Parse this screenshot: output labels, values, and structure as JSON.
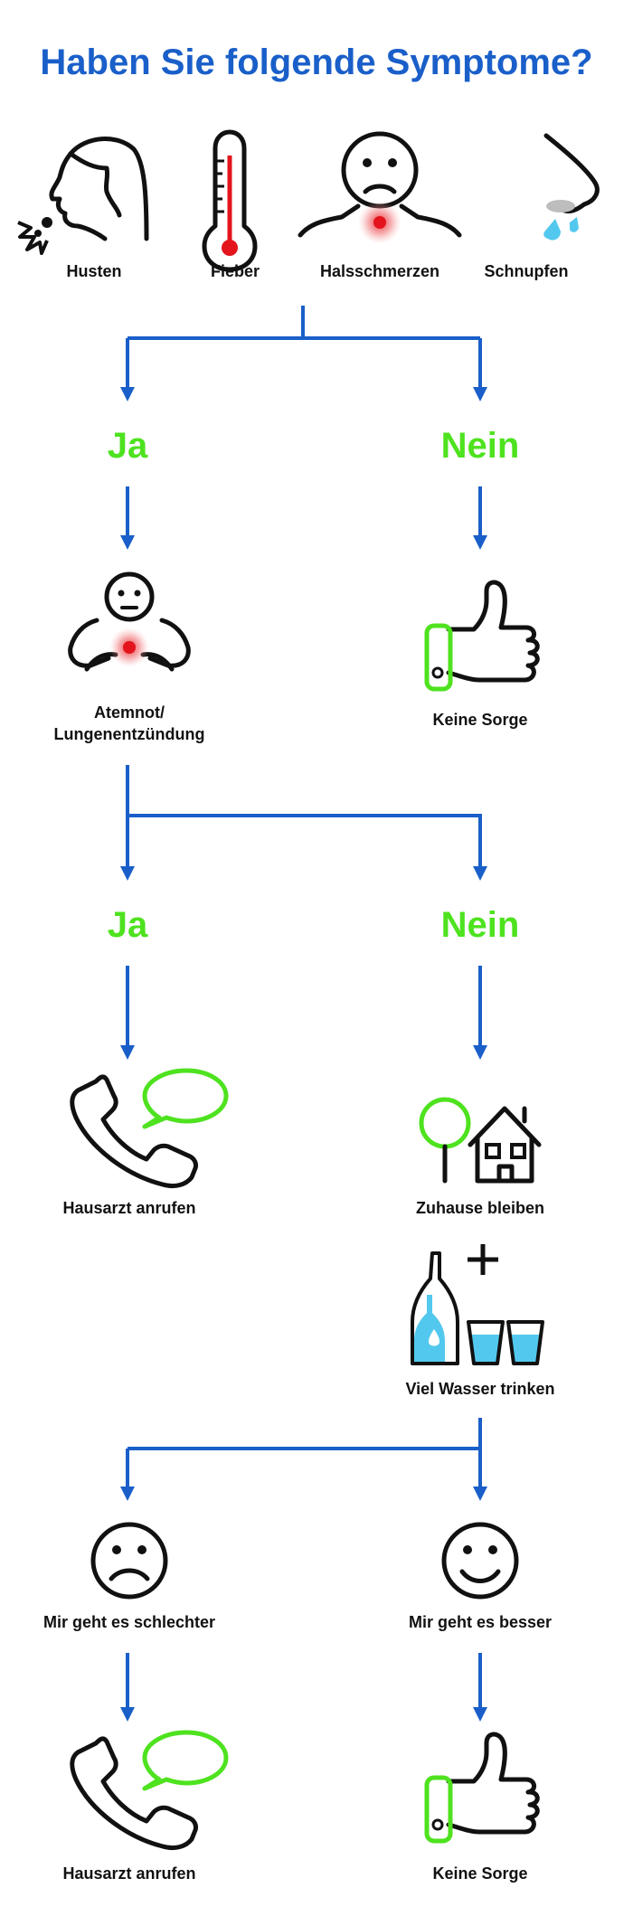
{
  "title": "Haben Sie folgende Symptome?",
  "symptoms": [
    "Husten",
    "Fieber",
    "Halsschmerzen",
    "Schnupfen"
  ],
  "step1": {
    "yes": "Ja",
    "no": "Nein",
    "yes_result_line1": "Atemnot/",
    "yes_result_line2": "Lungenentzündung",
    "no_result": "Keine Sorge"
  },
  "step2": {
    "yes": "Ja",
    "no": "Nein",
    "yes_result": "Hausarzt anrufen",
    "no_result_1": "Zuhause bleiben",
    "no_result_2": "Viel Wasser trinken"
  },
  "step3": {
    "worse": "Mir geht es schlechter",
    "better": "Mir geht es besser",
    "worse_result": "Hausarzt anrufen",
    "better_result": "Keine Sorge"
  },
  "colors": {
    "title": "#1a5fc9",
    "arrow": "#1a5fc9",
    "yes_no": "#4ee21f",
    "accent_green": "#4ee21f",
    "pain_red": "#e3141b",
    "water": "#53c8ee"
  },
  "icons": [
    "cough-icon",
    "thermometer-icon",
    "sore-throat-icon",
    "runny-nose-icon",
    "chest-pain-icon",
    "thumbs-up-icon",
    "phone-icon",
    "speech-bubble-icon",
    "tree-icon",
    "house-icon",
    "plus-icon",
    "water-bottle-icon",
    "glass-icon",
    "sad-face-icon",
    "happy-face-icon"
  ]
}
